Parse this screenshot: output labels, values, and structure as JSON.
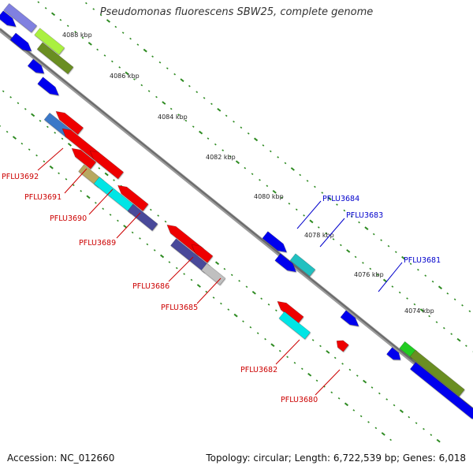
{
  "title": "Pseudomonas fluorescens SBW25, complete genome",
  "footer": {
    "accession": "Accession: NC_012660",
    "summary": "Topology: circular; Length: 6,722,539 bp; Genes: 6,018"
  },
  "colors": {
    "backbone": "#808080",
    "tick": "#2e8b22",
    "forward_label": "#0000cc",
    "reverse_label": "#cc0000",
    "kbp_label": "#222222"
  },
  "kbp_labels": [
    "4088 kbp",
    "4086 kbp",
    "4084 kbp",
    "4082 kbp",
    "4080 kbp",
    "4078 kbp",
    "4076 kbp",
    "4074 kbp"
  ],
  "gene_labels": [
    {
      "name": "PFLU3692",
      "strand": "reverse"
    },
    {
      "name": "PFLU3691",
      "strand": "reverse"
    },
    {
      "name": "PFLU3690",
      "strand": "reverse"
    },
    {
      "name": "PFLU3689",
      "strand": "reverse"
    },
    {
      "name": "PFLU3686",
      "strand": "reverse"
    },
    {
      "name": "PFLU3685",
      "strand": "reverse"
    },
    {
      "name": "PFLU3684",
      "strand": "forward"
    },
    {
      "name": "PFLU3683",
      "strand": "forward"
    },
    {
      "name": "PFLU3682",
      "strand": "reverse"
    },
    {
      "name": "PFLU3681",
      "strand": "forward"
    },
    {
      "name": "PFLU3680",
      "strand": "reverse"
    }
  ],
  "gene_colors": {
    "blue": "#0000ee",
    "red": "#ee0000",
    "cyan": "#00e5e5",
    "navy": "#4a4a9a",
    "olive": "#6b8e23",
    "lime": "#aaf040",
    "green": "#22cc22",
    "tan": "#b8a860",
    "steel": "#3a78c8",
    "lavender": "#8080e0",
    "grey": "#c0c0c0",
    "teal": "#20c0c0"
  }
}
